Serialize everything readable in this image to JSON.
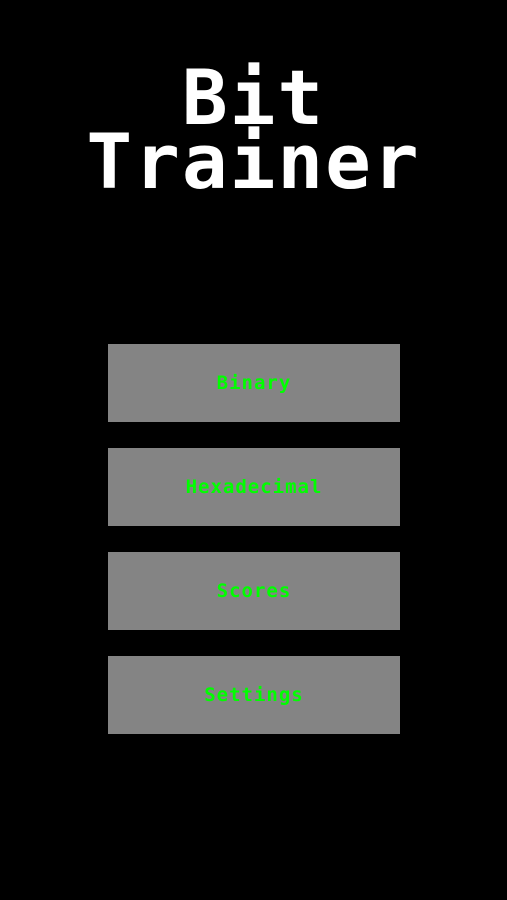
{
  "title": {
    "line1": "Bit",
    "line2": "Trainer"
  },
  "menu": {
    "items": [
      {
        "label": "Binary"
      },
      {
        "label": "Hexadecimal"
      },
      {
        "label": "Scores"
      },
      {
        "label": "Settings"
      }
    ]
  },
  "colors": {
    "background": "#000000",
    "title": "#ffffff",
    "button_bg": "#848484",
    "button_text": "#00ff00"
  }
}
